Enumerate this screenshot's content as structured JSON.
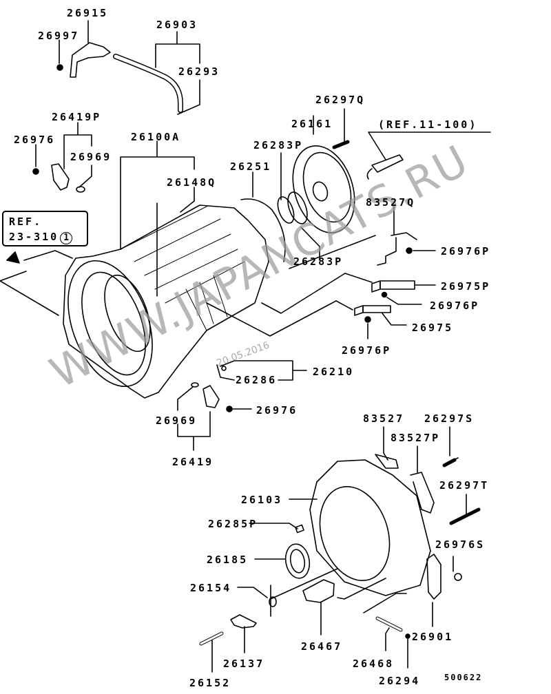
{
  "diagram": {
    "title": "Automatic transmission case exploded parts diagram",
    "diagram_number": "500622",
    "watermark": "WWW.JAPANCATS.RU",
    "date_stamp": "20.05.2016",
    "references": {
      "ref_box": {
        "line1": "REF.",
        "line2": "23-310",
        "circle": "1"
      },
      "ref_top": "(REF.11-100)"
    },
    "labels": {
      "p26915": "26915",
      "p26997": "26997",
      "p26903": "26903",
      "p26293": "26293",
      "p26419P": "26419P",
      "p26976a": "26976",
      "p26969a": "26969",
      "p26100A": "26100A",
      "p26148Q": "26148Q",
      "p26297Q": "26297Q",
      "p26161": "26161",
      "p26283P_a": "26283P",
      "p26251": "26251",
      "p83527Q": "83527Q",
      "p26976P_a": "26976P",
      "p26283P_b": "26283P",
      "p26975P": "26975P",
      "p26976P_b": "26976P",
      "p26975": "26975",
      "p26976P_c": "26976P",
      "p26286": "26286",
      "p26210": "26210",
      "p26976b": "26976",
      "p26969b": "26969",
      "p26419": "26419",
      "p83527": "83527",
      "p26297S": "26297S",
      "p83527P": "83527P",
      "p26103": "26103",
      "p26297T": "26297T",
      "p26285P": "26285P",
      "p26976S": "26976S",
      "p26185": "26185",
      "p26154": "26154",
      "p26467": "26467",
      "p26901": "26901",
      "p26137": "26137",
      "p26468": "26468",
      "p26152": "26152",
      "p26294": "26294"
    }
  }
}
